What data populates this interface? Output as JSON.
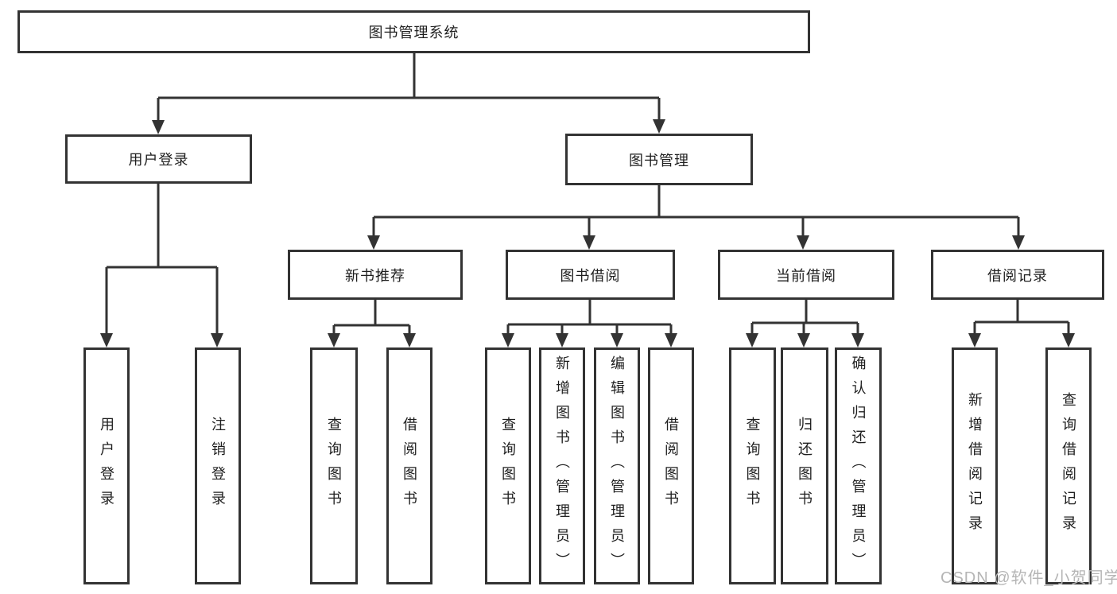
{
  "diagram": {
    "root": {
      "label": "图书管理系统"
    },
    "branches": [
      {
        "label": "用户登录",
        "children": [
          {
            "label": "用户登录"
          },
          {
            "label": "注销登录"
          }
        ]
      },
      {
        "label": "图书管理",
        "sections": [
          {
            "label": "新书推荐",
            "children": [
              {
                "label": "查询图书"
              },
              {
                "label": "借阅图书"
              }
            ]
          },
          {
            "label": "图书借阅",
            "children": [
              {
                "label": "查询图书"
              },
              {
                "label": "新增图书（管理员）"
              },
              {
                "label": "编辑图书（管理员）"
              },
              {
                "label": "借阅图书"
              }
            ]
          },
          {
            "label": "当前借阅",
            "children": [
              {
                "label": "查询图书"
              },
              {
                "label": "归还图书"
              },
              {
                "label": "确认归还（管理员）"
              }
            ]
          },
          {
            "label": "借阅记录",
            "children": [
              {
                "label": "新增借阅记录"
              },
              {
                "label": "查询借阅记录"
              }
            ]
          }
        ]
      }
    ]
  },
  "watermark": {
    "text": "CSDN @软件_小贺同学"
  },
  "colors": {
    "line": "#333333",
    "text": "#1f1f1f",
    "watermark": "#b5b5b5",
    "background": "#ffffff"
  }
}
